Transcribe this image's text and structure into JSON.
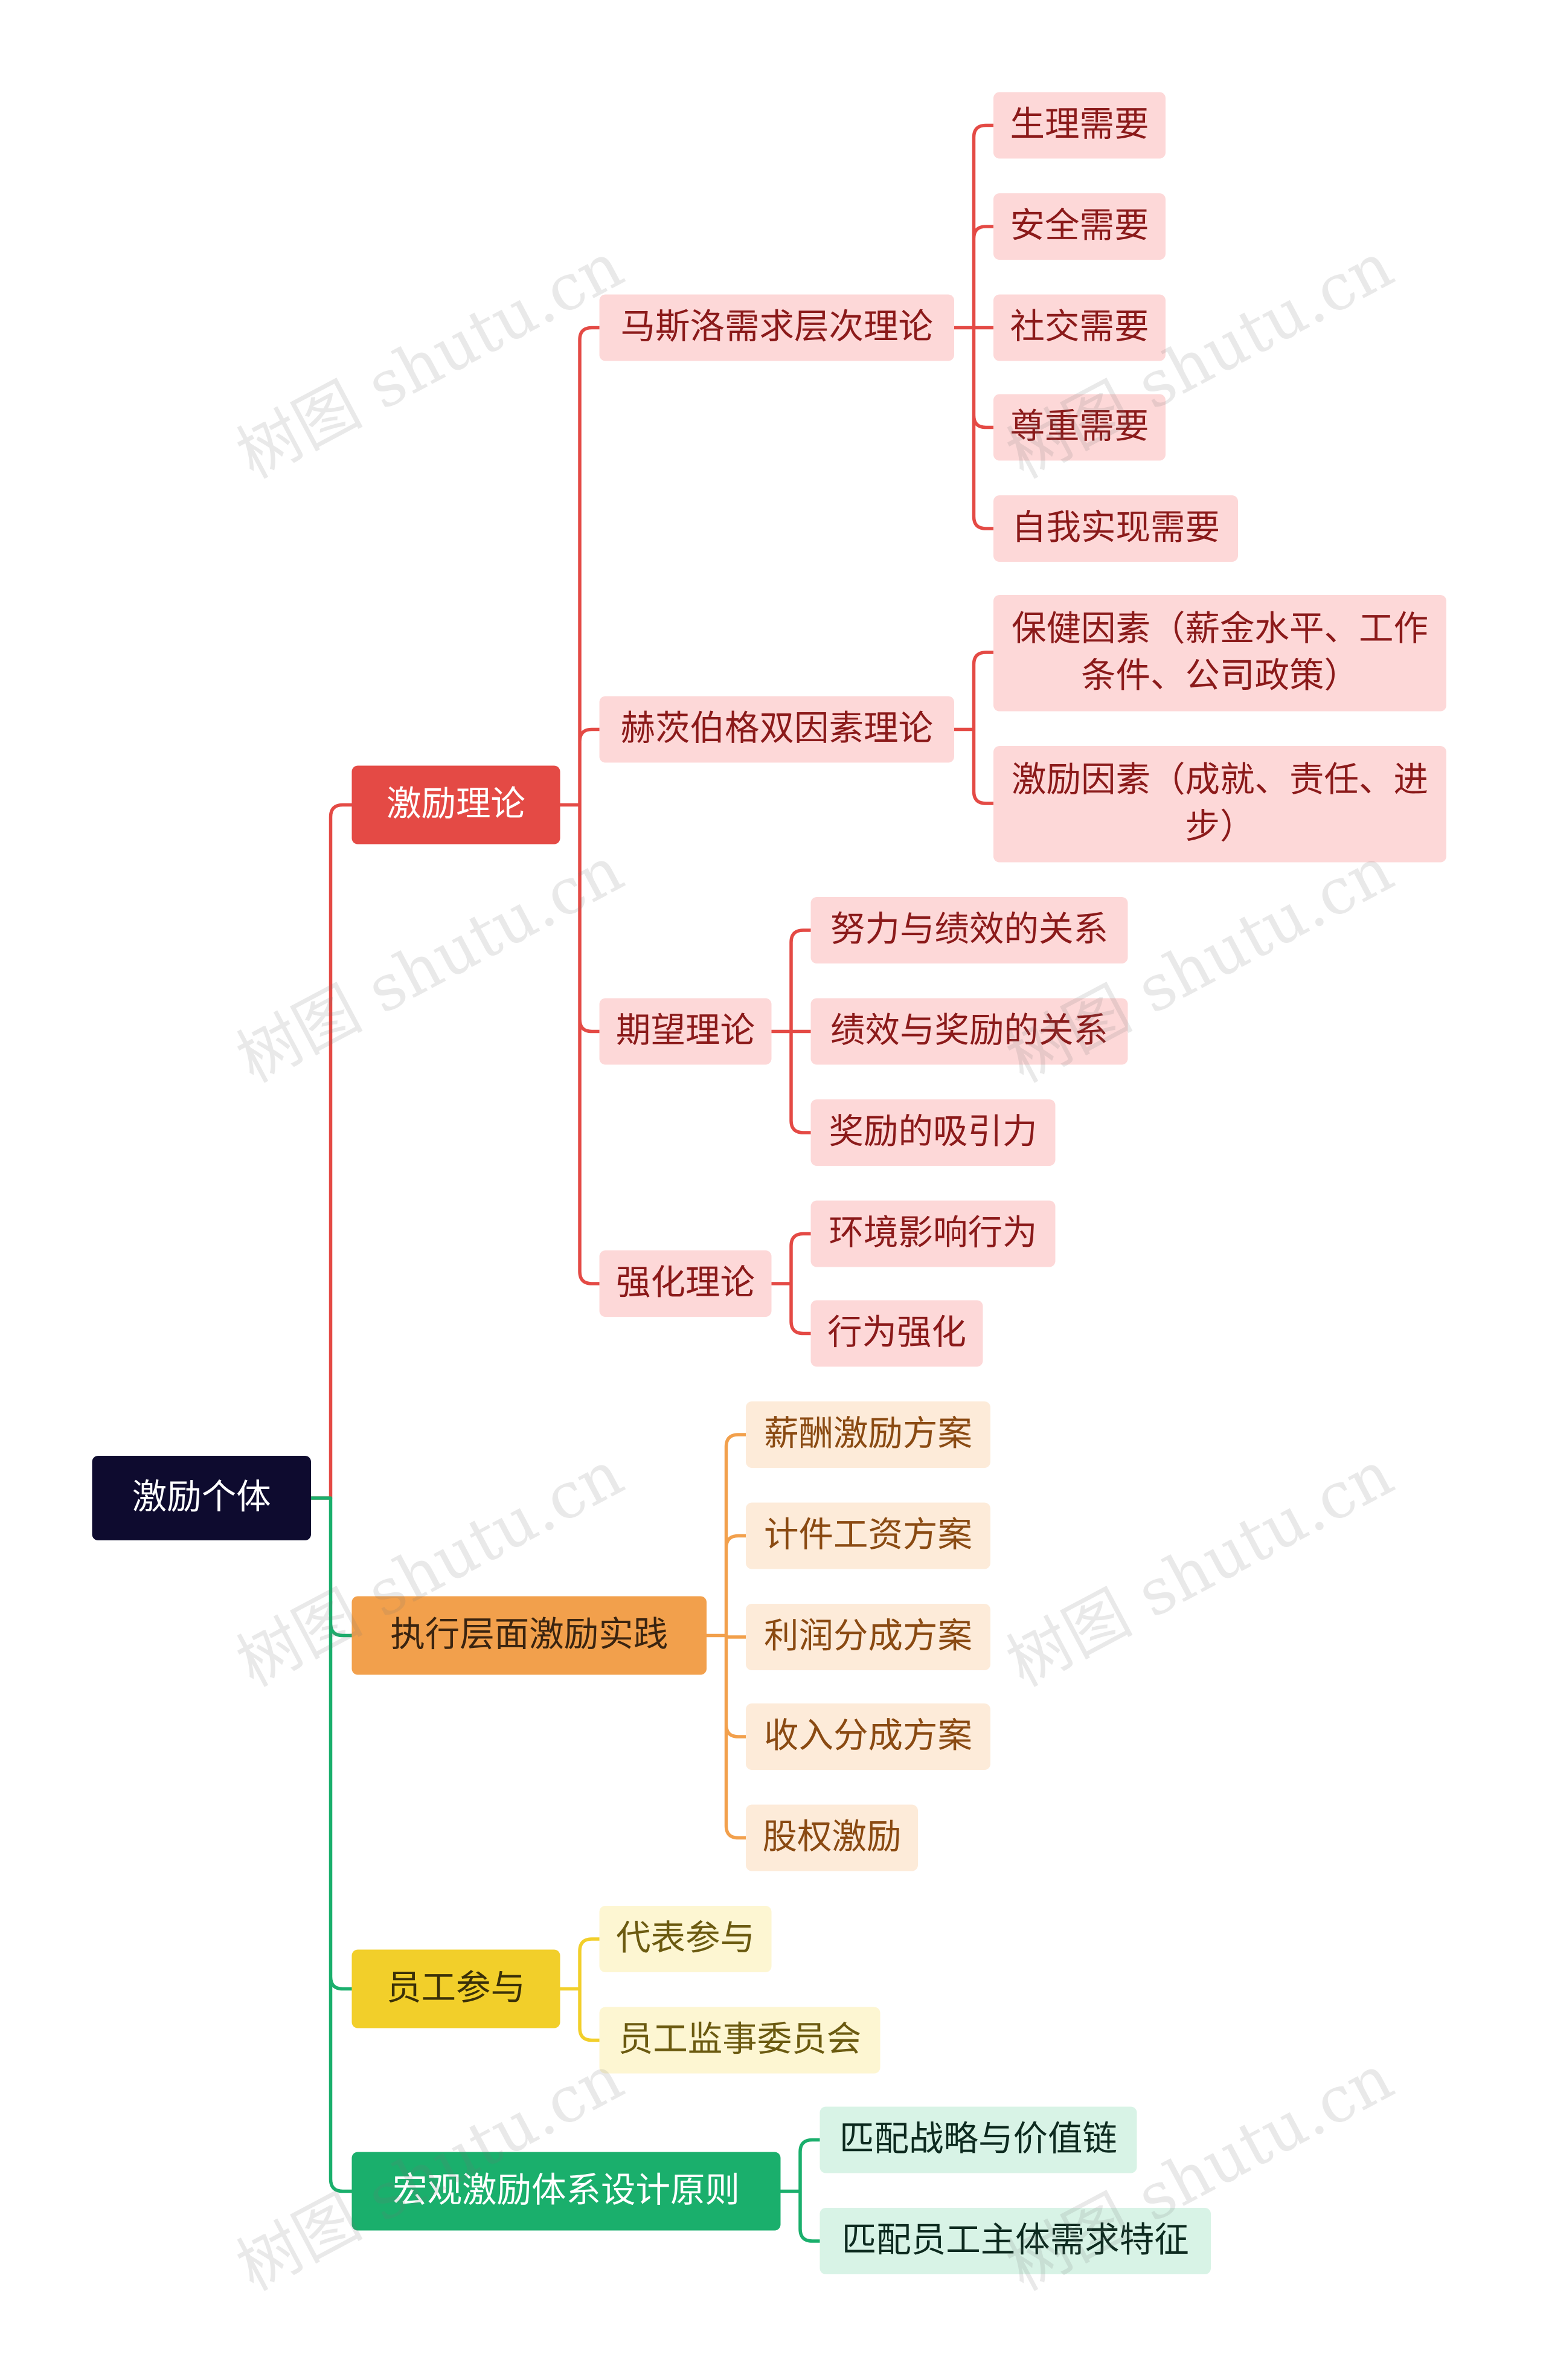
{
  "root": {
    "label": "激励个体"
  },
  "branches": [
    {
      "label": "激励理论",
      "color": "#e44a45",
      "light": "#fdd8d8",
      "text": "#8b1a1a",
      "children": [
        {
          "label": "马斯洛需求层次理论",
          "children": [
            "生理需要",
            "安全需要",
            "社交需要",
            "尊重需要",
            "自我实现需要"
          ]
        },
        {
          "label": "赫茨伯格双因素理论",
          "children": [
            "保健因素（薪金水平、工作条件、公司政策）",
            "激励因素（成就、责任、进步）"
          ]
        },
        {
          "label": "期望理论",
          "children": [
            "努力与绩效的关系",
            "绩效与奖励的关系",
            "奖励的吸引力"
          ]
        },
        {
          "label": "强化理论",
          "children": [
            "环境影响行为",
            "行为强化"
          ]
        }
      ]
    },
    {
      "label": "执行层面激励实践",
      "color": "#f2a04c",
      "light": "#fdebd9",
      "text": "#8a4a12",
      "children": [
        "薪酬激励方案",
        "计件工资方案",
        "利润分成方案",
        "收入分成方案",
        "股权激励"
      ]
    },
    {
      "label": "员工参与",
      "color": "#f2cf2a",
      "light": "#fdf6d2",
      "text": "#6b5a10",
      "children": [
        "代表参与",
        "员工监事委员会"
      ]
    },
    {
      "label": "宏观激励体系设计原则",
      "color": "#1aaf6c",
      "light": "#d8f3e6",
      "text": "#0d2a1f",
      "children": [
        "匹配战略与价值链",
        "匹配员工主体需求特征"
      ]
    }
  ],
  "watermark": "树图 shutu.cn"
}
